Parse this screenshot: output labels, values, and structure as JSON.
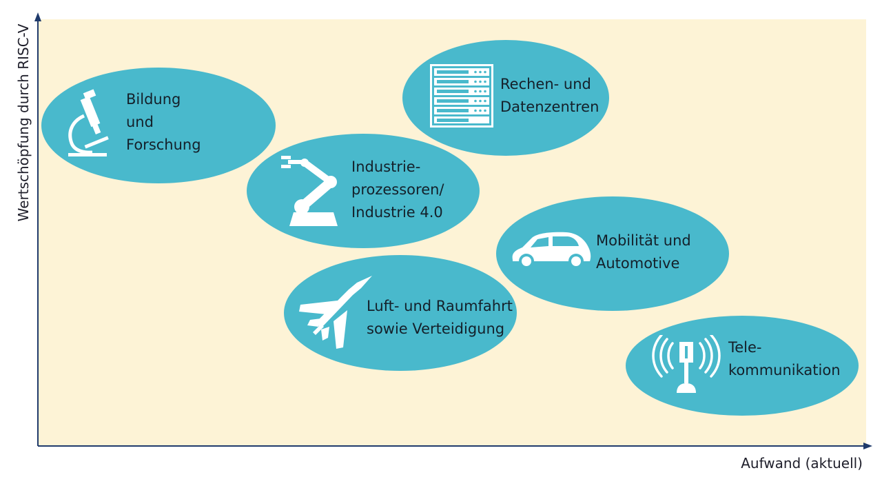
{
  "axes": {
    "y_label": "Wertschöpfung durch RISC-V",
    "x_label": "Aufwand (aktuell)"
  },
  "colors": {
    "background": "#fdf3d6",
    "bubble": "#49b9cc",
    "axis": "#1f3a6b",
    "icon": "#ffffff"
  },
  "bubbles": [
    {
      "id": "bildung",
      "icon": "microscope-icon",
      "label": "Bildung\nund\nForschung"
    },
    {
      "id": "rechenzentren",
      "icon": "server-rack-icon",
      "label": "Rechen- und\nDatenzentren"
    },
    {
      "id": "industrie",
      "icon": "robot-arm-icon",
      "label": "Industrie-\nprozessoren/\nIndustrie 4.0"
    },
    {
      "id": "mobilitaet",
      "icon": "car-icon",
      "label": "Mobilität und\nAutomotive"
    },
    {
      "id": "luftfahrt",
      "icon": "fighter-jet-icon",
      "label": "Luft- und Raumfahrt\nsowie Verteidigung"
    },
    {
      "id": "telekommunikation",
      "icon": "antenna-icon",
      "label": "Tele-\nkommunikation"
    }
  ]
}
